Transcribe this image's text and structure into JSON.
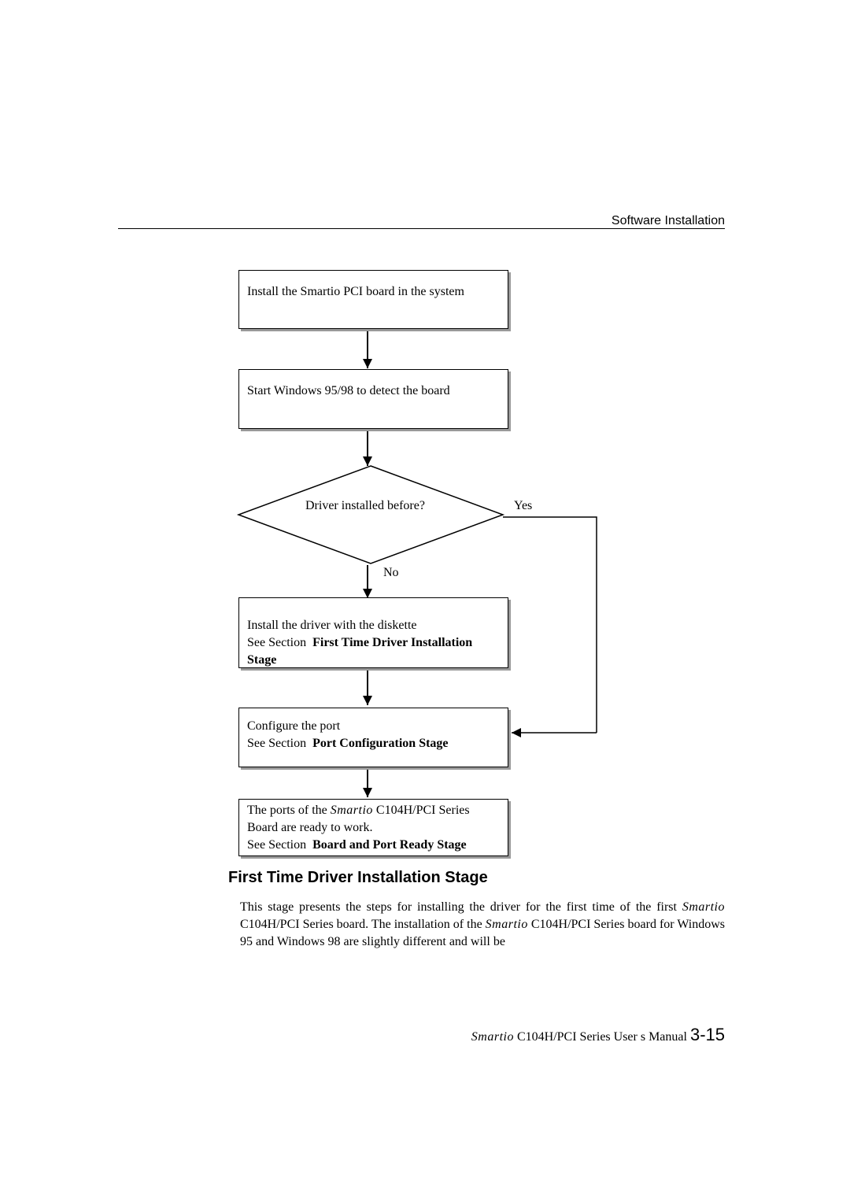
{
  "header": {
    "title": "Software Installation"
  },
  "flowchart": {
    "step1": "Install the Smartio PCI board in the system",
    "step2": "Start Windows 95/98 to detect the board",
    "decision": "Driver installed before?",
    "yes_label": "Yes",
    "no_label": "No",
    "step3": {
      "line1": "Install the driver with the diskette",
      "see_prefix": "See Section",
      "see_bold": "First Time Driver Installation",
      "see_bold2": "Stage"
    },
    "step4": {
      "line1": "Configure the port",
      "see_prefix": "See Section",
      "see_bold": "Port Configuration Stage"
    },
    "step5": {
      "pre": "The ports of the",
      "brand": "Smartio",
      "post": "C104H/PCI Series",
      "line2": "Board are ready to work.",
      "see_prefix": "See Section",
      "see_bold": "Board and Port Ready Stage"
    }
  },
  "section": {
    "heading": "First Time Driver Installation Stage",
    "p_a": "This stage presents the steps for installing the driver for the first time of the first",
    "brand": "Smartio",
    "p_b": "C104H/PCI Series board. The installation of the",
    "p_c": "C104H/PCI Series board for Windows 95 and Windows 98 are slightly different and will be"
  },
  "footer": {
    "brand": "Smartio",
    "text": "C104H/PCI Series User s Manual",
    "page": "3-15"
  }
}
